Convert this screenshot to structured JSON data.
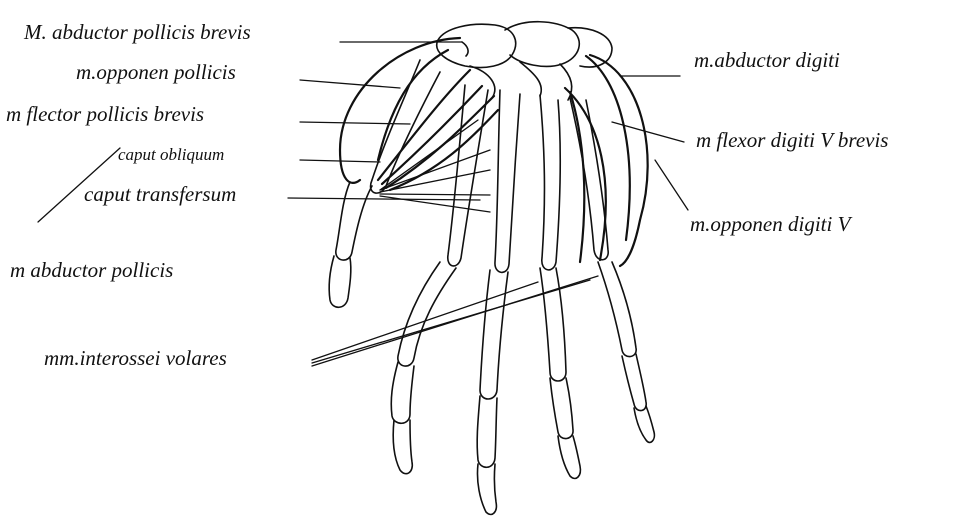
{
  "colors": {
    "ink": "#111111",
    "paper": "#ffffff"
  },
  "labels": {
    "abductor_pollicis_brevis": "M. abductor pollicis brevis",
    "opponen_pollicis": "m.opponen pollicis",
    "flector_pollicis_brevis": "m flector pollicis brevis",
    "caput_obliquum": "caput obliquum",
    "caput_transfersum": "caput transfersum",
    "abductor_pollicis": "m abductor pollicis",
    "abductor_digiti": "m.abductor digiti",
    "flexor_digiti_v_brevis": "m flexor digiti V brevis",
    "opponen_digiti_v": "m.opponen digiti V",
    "interossei_volares": "mm.interossei volares"
  }
}
